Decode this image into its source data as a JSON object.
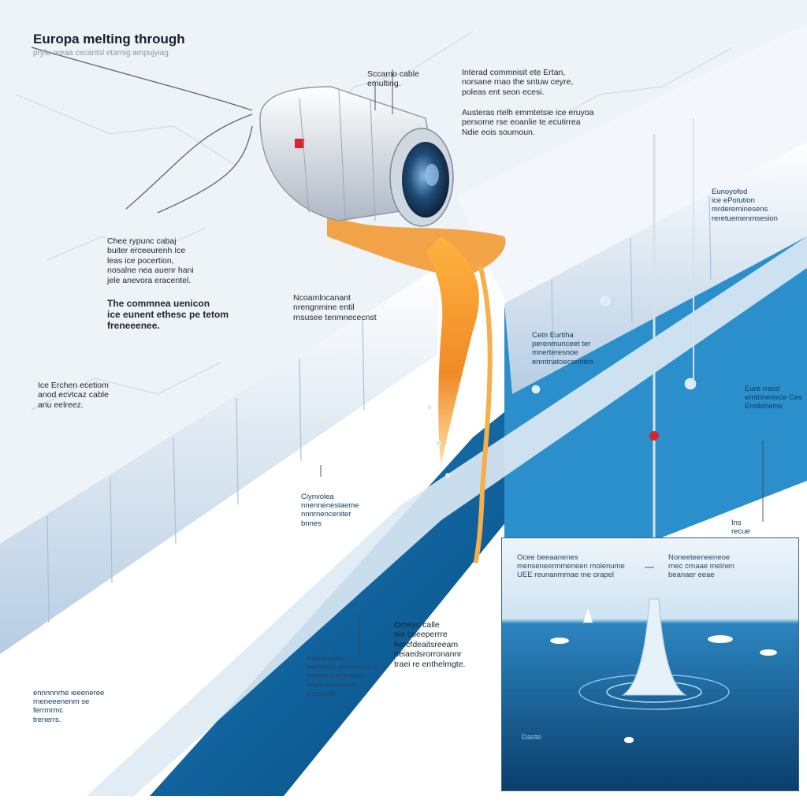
{
  "header": {
    "title": "Europa  melting through",
    "subtitle": "pryfu oreaa cecaritsl etarnig ampujyiag"
  },
  "labels": {
    "cable_top": "Sccamo cable\nemulting.",
    "antenna_top": "Interad commnisit ete Ertan,\nnorsane rnao the sntuw ceyre,\npoleas ent seon ecesi.",
    "antenna_mid": "Austeras rtelh emmtetsie ice eruyoa\npersome rse eoanlie te ecutirrea\nNdie eois soumoun.",
    "left_1": "Chee rypunc cabaj\nbuiter erceeurenh  Ice\nleas ice pocertion,\nnosalne nea auenr hani\njele anevora eracentel.",
    "left_2": "The commnea uenicon\nice eunent ethesc pe tetom\nfreneeenee.",
    "left_3": "Ice Erchen ecetiom\nanod ecvtcaz cable\nanu eelreez.",
    "mid_melt": "Ncoamlncanant\nnrengnmine entil\nrnsusee tenmnececnst",
    "ocean_1": "Cetn Eurtiha\nperenmunceet ter\nmnerteresnoe\nenmtnatoecenntes",
    "right_1": "Eunoyofod\nice ePotution\nmrdererninesens\nreretuemenmsesion",
    "right_2": "Eure rrasd\nerntnnemrce Ces\nEnobmenw",
    "right_3": "Ins\nrecue",
    "cryo": "Ciynvolea\nnnennenestaeme\nnnnrnenceniter\nbnnes",
    "lower_left": "ennnnnrhe  ieeeneree\nrneneeenenm se\nferrmrmc\ntrenerrs.",
    "cable_low": "Omeyc calle\nnio coeeperrre\nhercfdeaitsreeam\nneiaedsrorronannr\ntraei re enthelmgte.",
    "lower_mid": "nrenennen\nnuneese remnmnnne\nneerersnenneere\nrnelo taanenet\nrcoaeetr",
    "inset_1": "Ocee beeaanenes\nmenseneermmeneen molenume\nUEE reunanmmae me orapel",
    "inset_2": "Noneeteeneeneoe\nrnec crnaae meinen\nbeanaer eeae",
    "inset_3": "Daste"
  },
  "colors": {
    "ice": "#eef3f8",
    "ice_edge": "#b9cee4",
    "ocean_deep": "#0d5a93",
    "ocean_light": "#1f86c4",
    "melt": "#f0a23c",
    "melt_core": "#ffd57a",
    "probe": "#e7ebf0",
    "lens": "#1b3a5c",
    "tether_marker": "#d8242b"
  },
  "icons": [
    "cryobot-probe-icon",
    "tether-marker-icon",
    "ice-floe-icon"
  ]
}
